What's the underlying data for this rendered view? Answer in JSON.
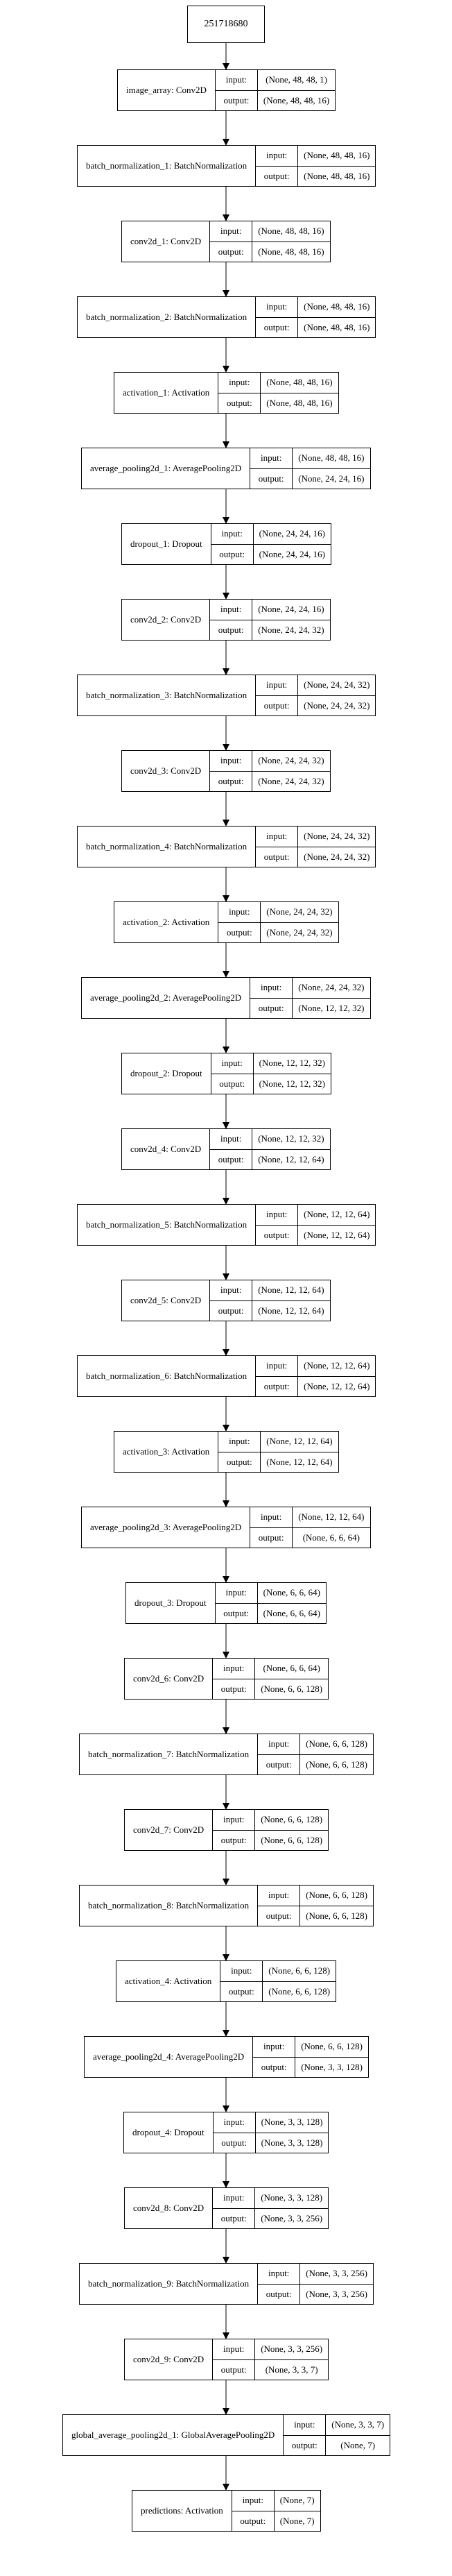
{
  "root": {
    "label": "251718680"
  },
  "io_labels": {
    "input": "input:",
    "output": "output:"
  },
  "layers": [
    {
      "name": "image_array: Conv2D",
      "input": "(None, 48, 48, 1)",
      "output": "(None, 48, 48, 16)"
    },
    {
      "name": "batch_normalization_1: BatchNormalization",
      "input": "(None, 48, 48, 16)",
      "output": "(None, 48, 48, 16)"
    },
    {
      "name": "conv2d_1: Conv2D",
      "input": "(None, 48, 48, 16)",
      "output": "(None, 48, 48, 16)"
    },
    {
      "name": "batch_normalization_2: BatchNormalization",
      "input": "(None, 48, 48, 16)",
      "output": "(None, 48, 48, 16)"
    },
    {
      "name": "activation_1: Activation",
      "input": "(None, 48, 48, 16)",
      "output": "(None, 48, 48, 16)"
    },
    {
      "name": "average_pooling2d_1: AveragePooling2D",
      "input": "(None, 48, 48, 16)",
      "output": "(None, 24, 24, 16)"
    },
    {
      "name": "dropout_1: Dropout",
      "input": "(None, 24, 24, 16)",
      "output": "(None, 24, 24, 16)"
    },
    {
      "name": "conv2d_2: Conv2D",
      "input": "(None, 24, 24, 16)",
      "output": "(None, 24, 24, 32)"
    },
    {
      "name": "batch_normalization_3: BatchNormalization",
      "input": "(None, 24, 24, 32)",
      "output": "(None, 24, 24, 32)"
    },
    {
      "name": "conv2d_3: Conv2D",
      "input": "(None, 24, 24, 32)",
      "output": "(None, 24, 24, 32)"
    },
    {
      "name": "batch_normalization_4: BatchNormalization",
      "input": "(None, 24, 24, 32)",
      "output": "(None, 24, 24, 32)"
    },
    {
      "name": "activation_2: Activation",
      "input": "(None, 24, 24, 32)",
      "output": "(None, 24, 24, 32)"
    },
    {
      "name": "average_pooling2d_2: AveragePooling2D",
      "input": "(None, 24, 24, 32)",
      "output": "(None, 12, 12, 32)"
    },
    {
      "name": "dropout_2: Dropout",
      "input": "(None, 12, 12, 32)",
      "output": "(None, 12, 12, 32)"
    },
    {
      "name": "conv2d_4: Conv2D",
      "input": "(None, 12, 12, 32)",
      "output": "(None, 12, 12, 64)"
    },
    {
      "name": "batch_normalization_5: BatchNormalization",
      "input": "(None, 12, 12, 64)",
      "output": "(None, 12, 12, 64)"
    },
    {
      "name": "conv2d_5: Conv2D",
      "input": "(None, 12, 12, 64)",
      "output": "(None, 12, 12, 64)"
    },
    {
      "name": "batch_normalization_6: BatchNormalization",
      "input": "(None, 12, 12, 64)",
      "output": "(None, 12, 12, 64)"
    },
    {
      "name": "activation_3: Activation",
      "input": "(None, 12, 12, 64)",
      "output": "(None, 12, 12, 64)"
    },
    {
      "name": "average_pooling2d_3: AveragePooling2D",
      "input": "(None, 12, 12, 64)",
      "output": "(None, 6, 6, 64)"
    },
    {
      "name": "dropout_3: Dropout",
      "input": "(None, 6, 6, 64)",
      "output": "(None, 6, 6, 64)"
    },
    {
      "name": "conv2d_6: Conv2D",
      "input": "(None, 6, 6, 64)",
      "output": "(None, 6, 6, 128)"
    },
    {
      "name": "batch_normalization_7: BatchNormalization",
      "input": "(None, 6, 6, 128)",
      "output": "(None, 6, 6, 128)"
    },
    {
      "name": "conv2d_7: Conv2D",
      "input": "(None, 6, 6, 128)",
      "output": "(None, 6, 6, 128)"
    },
    {
      "name": "batch_normalization_8: BatchNormalization",
      "input": "(None, 6, 6, 128)",
      "output": "(None, 6, 6, 128)"
    },
    {
      "name": "activation_4: Activation",
      "input": "(None, 6, 6, 128)",
      "output": "(None, 6, 6, 128)"
    },
    {
      "name": "average_pooling2d_4: AveragePooling2D",
      "input": "(None, 6, 6, 128)",
      "output": "(None, 3, 3, 128)"
    },
    {
      "name": "dropout_4: Dropout",
      "input": "(None, 3, 3, 128)",
      "output": "(None, 3, 3, 128)"
    },
    {
      "name": "conv2d_8: Conv2D",
      "input": "(None, 3, 3, 128)",
      "output": "(None, 3, 3, 256)"
    },
    {
      "name": "batch_normalization_9: BatchNormalization",
      "input": "(None, 3, 3, 256)",
      "output": "(None, 3, 3, 256)"
    },
    {
      "name": "conv2d_9: Conv2D",
      "input": "(None, 3, 3, 256)",
      "output": "(None, 3, 3, 7)"
    },
    {
      "name": "global_average_pooling2d_1: GlobalAveragePooling2D",
      "input": "(None, 3, 3, 7)",
      "output": "(None, 7)"
    },
    {
      "name": "predictions: Activation",
      "input": "(None, 7)",
      "output": "(None, 7)"
    }
  ]
}
